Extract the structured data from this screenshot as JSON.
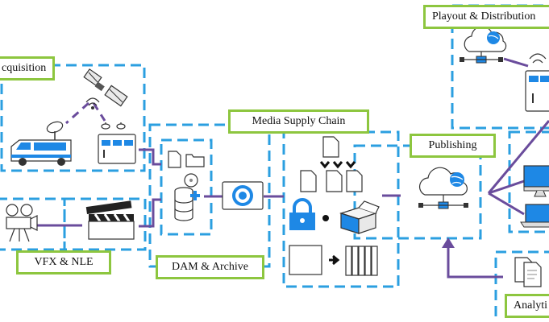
{
  "labels": {
    "acquisition": "cquisition",
    "vfx_nle": "VFX & NLE",
    "dam_archive": "DAM & Archive",
    "media_supply_chain": "Media Supply Chain",
    "publishing": "Publishing",
    "playout_distribution": "Playout & Distribution",
    "analytics": "Analyti"
  },
  "colors": {
    "dashed_border": "#2b9fe0",
    "connector": "#6a4c9c",
    "label_border": "#8dc63f",
    "icon_blue": "#1e88e5",
    "icon_outline": "#333333"
  },
  "icons": [
    "satellite-icon",
    "signal-icon",
    "broadcast-van-icon",
    "encoder-box-icon",
    "camera-icon",
    "clapperboard-icon",
    "document-icon",
    "folder-icon",
    "disc-icon",
    "database-add-icon",
    "media-processor-icon",
    "workflow-documents-icon",
    "lock-icon",
    "package-icon",
    "transcode-icon",
    "cloud-network-icon",
    "cloud-network-icon",
    "server-rack-icon",
    "monitor-icon",
    "laptop-icon",
    "report-icon"
  ]
}
